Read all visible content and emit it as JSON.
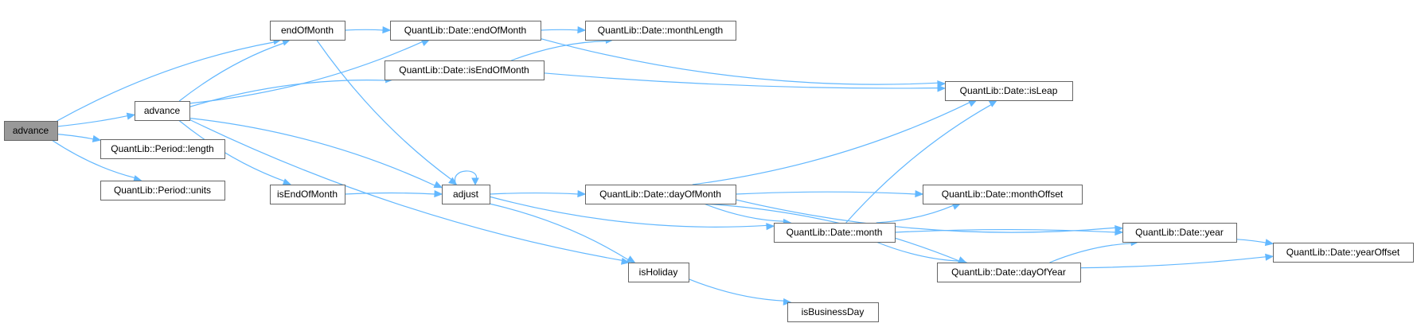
{
  "diagram": {
    "type": "call-graph",
    "edge_color": "#63b8ff",
    "node_border": "#666666",
    "root_fill": "#999999",
    "nodes": [
      {
        "id": "advance_root",
        "label": "advance",
        "root": true
      },
      {
        "id": "endOfMonth",
        "label": "endOfMonth"
      },
      {
        "id": "advance",
        "label": "advance"
      },
      {
        "id": "period_length",
        "label": "QuantLib::Period::length"
      },
      {
        "id": "period_units",
        "label": "QuantLib::Period::units"
      },
      {
        "id": "date_endOfMonth",
        "label": "QuantLib::Date::endOfMonth"
      },
      {
        "id": "date_isEndOfMonth",
        "label": "QuantLib::Date::isEndOfMonth"
      },
      {
        "id": "date_monthLength",
        "label": "QuantLib::Date::monthLength"
      },
      {
        "id": "isEndOfMonth",
        "label": "isEndOfMonth"
      },
      {
        "id": "adjust",
        "label": "adjust"
      },
      {
        "id": "date_dayOfMonth",
        "label": "QuantLib::Date::dayOfMonth"
      },
      {
        "id": "isHoliday",
        "label": "isHoliday"
      },
      {
        "id": "isBusinessDay",
        "label": "isBusinessDay"
      },
      {
        "id": "date_isLeap",
        "label": "QuantLib::Date::isLeap"
      },
      {
        "id": "date_monthOffset",
        "label": "QuantLib::Date::monthOffset"
      },
      {
        "id": "date_month",
        "label": "QuantLib::Date::month"
      },
      {
        "id": "date_dayOfYear",
        "label": "QuantLib::Date::dayOfYear"
      },
      {
        "id": "date_year",
        "label": "QuantLib::Date::year"
      },
      {
        "id": "date_yearOffset",
        "label": "QuantLib::Date::yearOffset"
      }
    ],
    "edges": [
      [
        "advance_root",
        "endOfMonth"
      ],
      [
        "advance_root",
        "advance"
      ],
      [
        "advance_root",
        "period_length"
      ],
      [
        "advance_root",
        "period_units"
      ],
      [
        "advance",
        "endOfMonth"
      ],
      [
        "advance",
        "date_endOfMonth"
      ],
      [
        "advance",
        "date_isEndOfMonth"
      ],
      [
        "advance",
        "isEndOfMonth"
      ],
      [
        "advance",
        "adjust"
      ],
      [
        "advance",
        "isHoliday"
      ],
      [
        "endOfMonth",
        "date_endOfMonth"
      ],
      [
        "endOfMonth",
        "adjust"
      ],
      [
        "date_endOfMonth",
        "date_monthLength"
      ],
      [
        "date_endOfMonth",
        "date_isLeap"
      ],
      [
        "date_isEndOfMonth",
        "date_monthLength"
      ],
      [
        "date_isEndOfMonth",
        "date_isLeap"
      ],
      [
        "isEndOfMonth",
        "adjust"
      ],
      [
        "adjust",
        "adjust"
      ],
      [
        "adjust",
        "date_dayOfMonth"
      ],
      [
        "adjust",
        "date_month"
      ],
      [
        "adjust",
        "isHoliday"
      ],
      [
        "date_dayOfMonth",
        "date_isLeap"
      ],
      [
        "date_dayOfMonth",
        "date_monthOffset"
      ],
      [
        "date_dayOfMonth",
        "date_month"
      ],
      [
        "date_dayOfMonth",
        "date_dayOfYear"
      ],
      [
        "date_dayOfMonth",
        "date_year"
      ],
      [
        "date_month",
        "date_isLeap"
      ],
      [
        "date_month",
        "date_monthOffset"
      ],
      [
        "date_month",
        "date_year"
      ],
      [
        "date_month",
        "date_dayOfYear"
      ],
      [
        "date_dayOfYear",
        "date_year"
      ],
      [
        "date_dayOfYear",
        "date_yearOffset"
      ],
      [
        "date_year",
        "date_yearOffset"
      ],
      [
        "isHoliday",
        "isBusinessDay"
      ]
    ]
  }
}
